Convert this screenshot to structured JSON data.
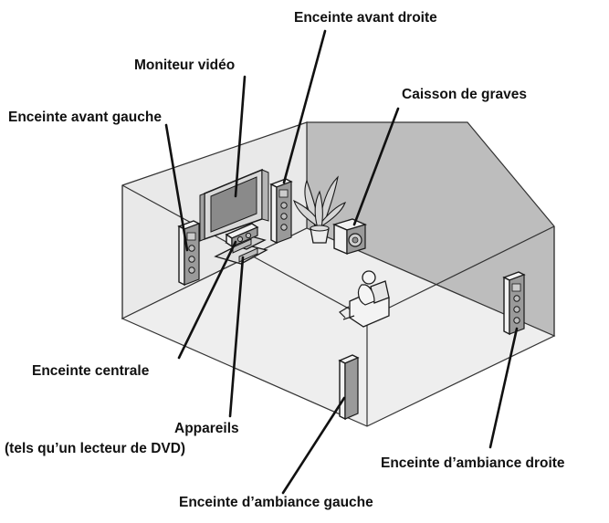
{
  "diagram": {
    "labels": {
      "front_right": "Enceinte avant droite",
      "monitor": "Moniteur vidéo",
      "subwoofer": "Caisson de graves",
      "front_left": "Enceinte avant gauche",
      "center": "Enceinte centrale",
      "devices_line1": "Appareils",
      "devices_line2": "(tels qu’un lecteur de DVD)",
      "surround_right": "Enceinte d’ambiance droite",
      "surround_left": "Enceinte d’ambiance gauche"
    },
    "colors": {
      "back_wall": "#bdbdbd",
      "left_wall": "#e9e9e9",
      "floor": "#eeeeee",
      "line": "#111111"
    },
    "icons": [
      "speaker-icon",
      "tv-monitor-icon",
      "subwoofer-icon",
      "plant-icon",
      "person-in-armchair-icon",
      "av-device-icon"
    ]
  }
}
